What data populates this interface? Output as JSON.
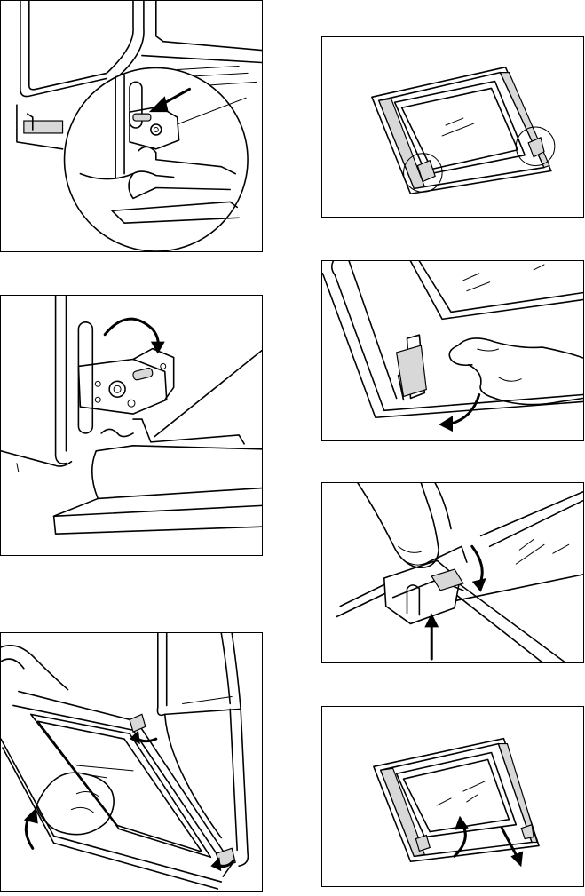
{
  "document": {
    "figures": [
      {
        "id": "fig-1",
        "icon": "hinge-lever-zoom-icon"
      },
      {
        "id": "fig-2",
        "icon": "hinge-lever-rotate-icon"
      },
      {
        "id": "fig-3",
        "icon": "door-lift-remove-icon"
      },
      {
        "id": "fig-4",
        "icon": "door-panel-clips-icon"
      },
      {
        "id": "fig-5",
        "icon": "clip-release-hand-icon"
      },
      {
        "id": "fig-6",
        "icon": "clip-push-release-icon"
      },
      {
        "id": "fig-7",
        "icon": "glass-panel-remove-icon"
      }
    ]
  }
}
